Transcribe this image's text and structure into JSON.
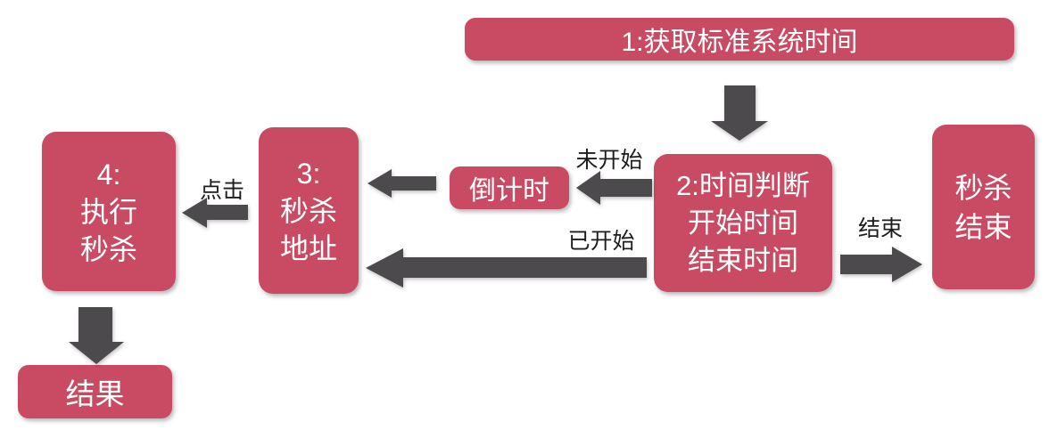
{
  "nodes": {
    "step1": {
      "label": "1:获取标准系统时间"
    },
    "step2": {
      "lines": [
        "2:时间判断",
        "开始时间",
        "结束时间"
      ]
    },
    "countdown": {
      "label": "倒计时"
    },
    "step3": {
      "lines": [
        "3:",
        "秒杀",
        "地址"
      ]
    },
    "step4": {
      "lines": [
        "4:",
        "执行",
        "秒杀"
      ]
    },
    "result": {
      "label": "结果"
    },
    "seckill_end": {
      "lines": [
        "秒杀",
        "结束"
      ]
    }
  },
  "edge_labels": {
    "not_started": "未开始",
    "started": "已开始",
    "click": "点击",
    "finished": "结束"
  },
  "colors": {
    "node_fill": "#c94a63",
    "node_text": "#ffffff",
    "arrow": "#4c4a4c",
    "label_text": "#1d1d1d",
    "background": "#ffffff"
  }
}
